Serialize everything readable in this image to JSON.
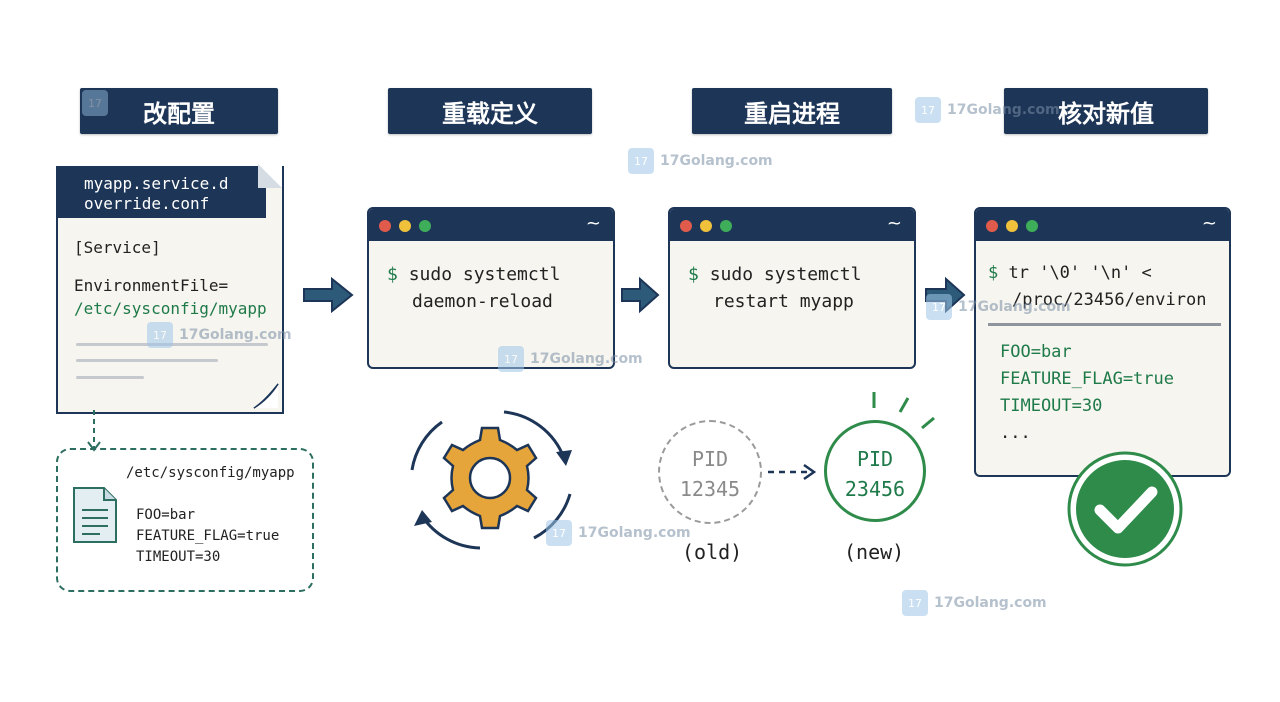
{
  "steps": [
    "改配置",
    "重载定义",
    "重启进程",
    "核对新值"
  ],
  "config_file": {
    "name_line1": "myapp.service.d",
    "name_line2": "override.conf",
    "section": "[Service]",
    "key": "EnvironmentFile=",
    "value": "/etc/sysconfig/myapp"
  },
  "env_file": {
    "path": "/etc/sysconfig/myapp",
    "lines": [
      "FOO=bar",
      "FEATURE_FLAG=true",
      "TIMEOUT=30"
    ]
  },
  "terminal_reload": {
    "prompt": "$",
    "line1": "sudo systemctl",
    "line2": "daemon-reload",
    "tilde": "~"
  },
  "terminal_restart": {
    "prompt": "$",
    "line1": "sudo systemctl",
    "line2": "restart myapp",
    "tilde": "~"
  },
  "terminal_verify": {
    "prompt": "$",
    "line1": "tr '\\0' '\\n' <",
    "line2": "/proc/23456/environ",
    "tilde": "~",
    "output": [
      "FOO=bar",
      "FEATURE_FLAG=true",
      "TIMEOUT=30",
      "..."
    ]
  },
  "old_process": {
    "label": "PID",
    "pid": "12345",
    "caption": "(old)"
  },
  "new_process": {
    "label": "PID",
    "pid": "23456",
    "caption": "(new)"
  },
  "watermark": {
    "text": "17Golang.com",
    "icon": "logo-icon"
  },
  "colors": {
    "navy": "#1d3557",
    "green": "#1f7a4a",
    "gear": "#e5a53a",
    "check": "#2e8b4a",
    "old_gray": "#9a9a9a",
    "arrow": "#2c5a78"
  }
}
